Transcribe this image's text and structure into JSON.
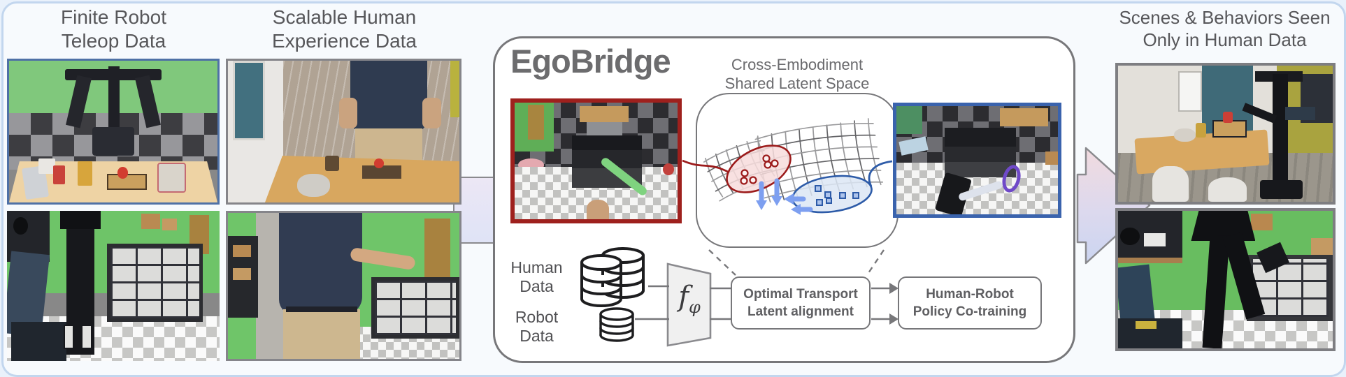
{
  "figure": {
    "left": {
      "robot_col_title": [
        "Finite Robot",
        "Teleop Data"
      ],
      "human_col_title": [
        "Scalable Human",
        "Experience Data"
      ],
      "photos": [
        "robot bimanual teleop platform at table in green-wall room",
        "human at wooden table placing object",
        "robot arm beside parts drawer cabinet",
        "human reaching into parts drawer cabinet"
      ]
    },
    "egobridge": {
      "title": "EgoBridge",
      "latent_caption": [
        "Cross-Embodiment",
        "Shared Latent Space"
      ],
      "human_data": [
        "Human",
        "Data"
      ],
      "robot_data": [
        "Robot",
        "Data"
      ],
      "encoder": {
        "f": "f",
        "phi": "φ"
      },
      "ot_box": [
        "Optimal Transport",
        "Latent alignment"
      ],
      "policy_box": [
        "Human-Robot",
        "Policy Co-training"
      ],
      "photos": [
        "human egocentric view of drawer cabinet on gingham table",
        "robot egocentric view of drawer cabinet with gripper"
      ]
    },
    "right": {
      "title": [
        "Scenes & Behaviors Seen",
        "Only in Human Data"
      ],
      "photos": [
        "mobile robot at wooden office table with chairs",
        "robot arms and drawer cabinet in green-wall room"
      ]
    },
    "colors": {
      "card_bg": "#f7fafd",
      "page_bg": "#e9f1fb",
      "card_border": "#c2d6ee",
      "box_border": "#77777a",
      "title_gray": "#57575a",
      "egobridge_gray": "#6c6c6e",
      "red_frame": "#9e201d",
      "blue_frame": "#3a63ad",
      "red_cluster": "#9c1b1b",
      "blue_cluster": "#2d5ba8",
      "align_arrow_blue": "#7d9ff0",
      "lavender_arrow": "#e6e5f5",
      "big_arrow_top": "#f3dade",
      "big_arrow_bottom": "#c9d4f1"
    }
  }
}
